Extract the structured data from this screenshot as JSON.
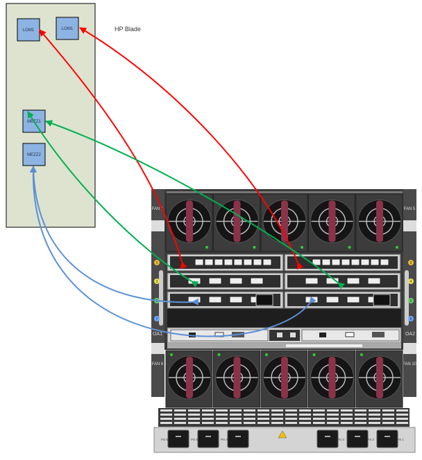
{
  "blade": {
    "title": "HP Blade",
    "ports": [
      {
        "label": "LOM1"
      },
      {
        "label": "LOM1"
      },
      {
        "label": "MEZZ1"
      },
      {
        "label": "MEZZ2"
      }
    ]
  },
  "enclosure": {
    "fan_labels": {
      "top_left": "FAN 1",
      "top_right": "FAN 5",
      "bottom_left": "FAN 6",
      "bottom_right": "FAN 10"
    },
    "oa_labels": {
      "left": "OA1",
      "right": "OA2"
    },
    "bay_numbers_left": [
      "1",
      "3",
      "5",
      "7"
    ],
    "bay_numbers_right": [
      "2",
      "4",
      "6",
      "8"
    ],
    "power_supplies": [
      "PS 6",
      "PS 5",
      "PS 4",
      "PS 3",
      "PS 2",
      "PS 1"
    ]
  },
  "colors": {
    "lom_link": "#ff0000",
    "mezz1_link": "#00b050",
    "mezz2_link": "#5b8fd6",
    "blade_panel": "#dde3cf",
    "port_box": "#8db3e2"
  }
}
